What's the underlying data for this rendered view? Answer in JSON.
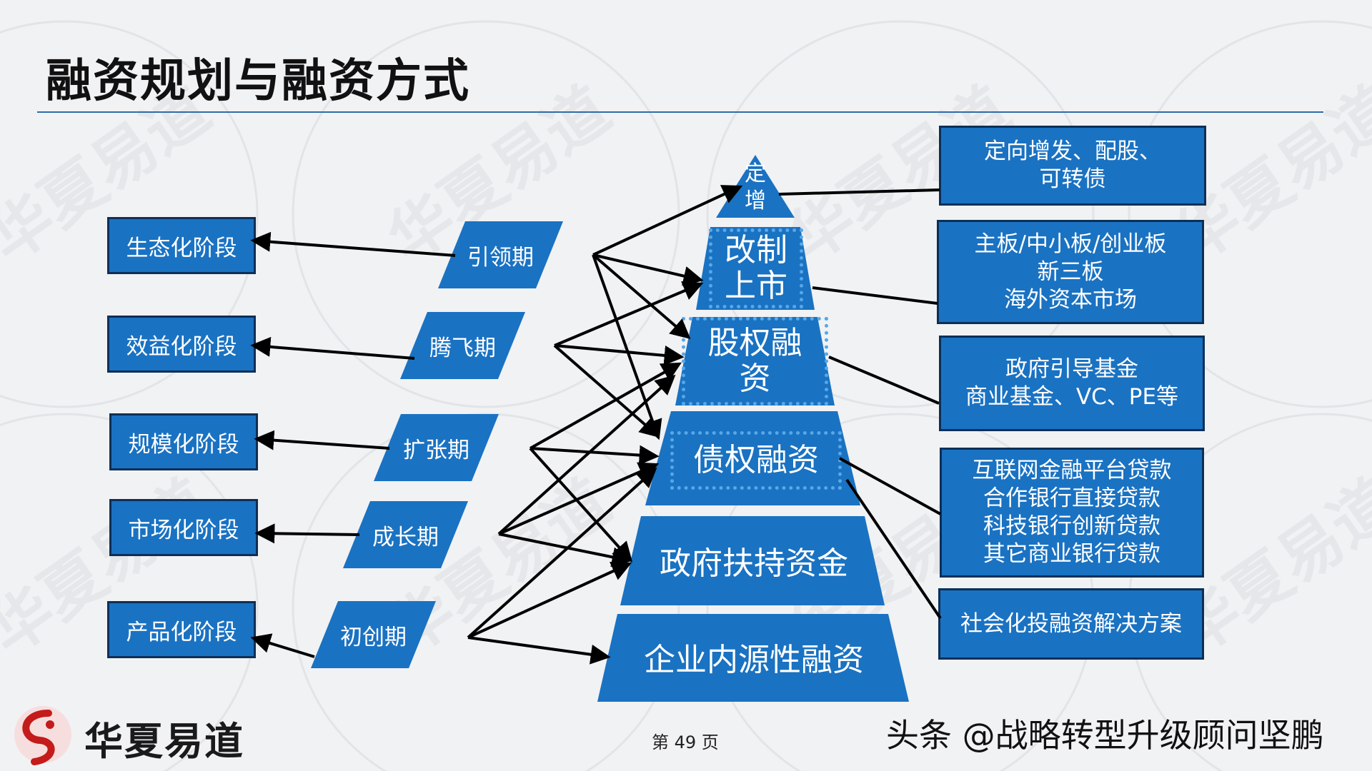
{
  "title": "融资规划与融资方式",
  "stages": [
    "生态化阶段",
    "效益化阶段",
    "规模化阶段",
    "市场化阶段",
    "产品化阶段"
  ],
  "periods": [
    "引领期",
    "腾飞期",
    "扩张期",
    "成长期",
    "初创期"
  ],
  "pyramid": {
    "top": [
      "定",
      "增"
    ],
    "levels": [
      [
        "改制",
        "上市"
      ],
      [
        "股权融",
        "资"
      ],
      [
        "债权融资"
      ],
      [
        "政府扶持资金"
      ],
      [
        "企业内源性融资"
      ]
    ]
  },
  "methods": [
    [
      "定向增发、配股、",
      "可转债"
    ],
    [
      "主板/中小板/创业板",
      "新三板",
      "海外资本市场"
    ],
    [
      "政府引导基金",
      "商业基金、VC、PE等"
    ],
    [
      "互联网金融平台贷款",
      "合作银行直接贷款",
      "科技银行创新贷款",
      "其它商业银行贷款"
    ],
    [
      "社会化投融资解决方案"
    ]
  ],
  "footer": {
    "page": "第 49 页",
    "credit": "头条 @战略转型升级顾问坚鹏",
    "logo_text": "华夏易道"
  },
  "watermark": "华夏易道",
  "colors": {
    "box": "#1a72c2",
    "border": "#0d2f57",
    "dots": "#56a8e8",
    "rule": "#2e6ca8"
  }
}
